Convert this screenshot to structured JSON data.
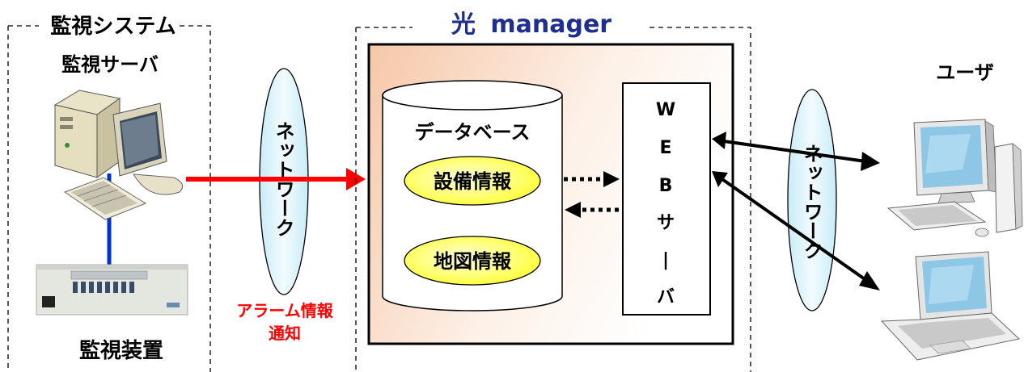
{
  "monitoring_system": {
    "title": "監視システム",
    "server_label": "監視サーバ",
    "device_label": "監視装置"
  },
  "network_left": {
    "label": "ネットワーク"
  },
  "alarm": {
    "line1": "アラーム情報",
    "line2": "通知"
  },
  "manager": {
    "title_kanji": "光",
    "title_text": "manager",
    "database": {
      "label": "データベース",
      "items": [
        "設備情報",
        "地図情報"
      ]
    },
    "web_server": {
      "chars": [
        "W",
        "E",
        "B",
        "サ",
        "|",
        "バ"
      ]
    }
  },
  "network_right": {
    "label": "ネットワーク"
  },
  "user": {
    "label": "ユーザ"
  },
  "colors": {
    "alarm_red": "#ff0000",
    "title_blue": "#1f2f8f",
    "manager_fill_start": "#f6c7a8",
    "manager_fill_end": "#ffffff",
    "ellipse_fill": "#dff3fb",
    "pill_fill": "#ffff66",
    "link_blue": "#0033cc"
  }
}
